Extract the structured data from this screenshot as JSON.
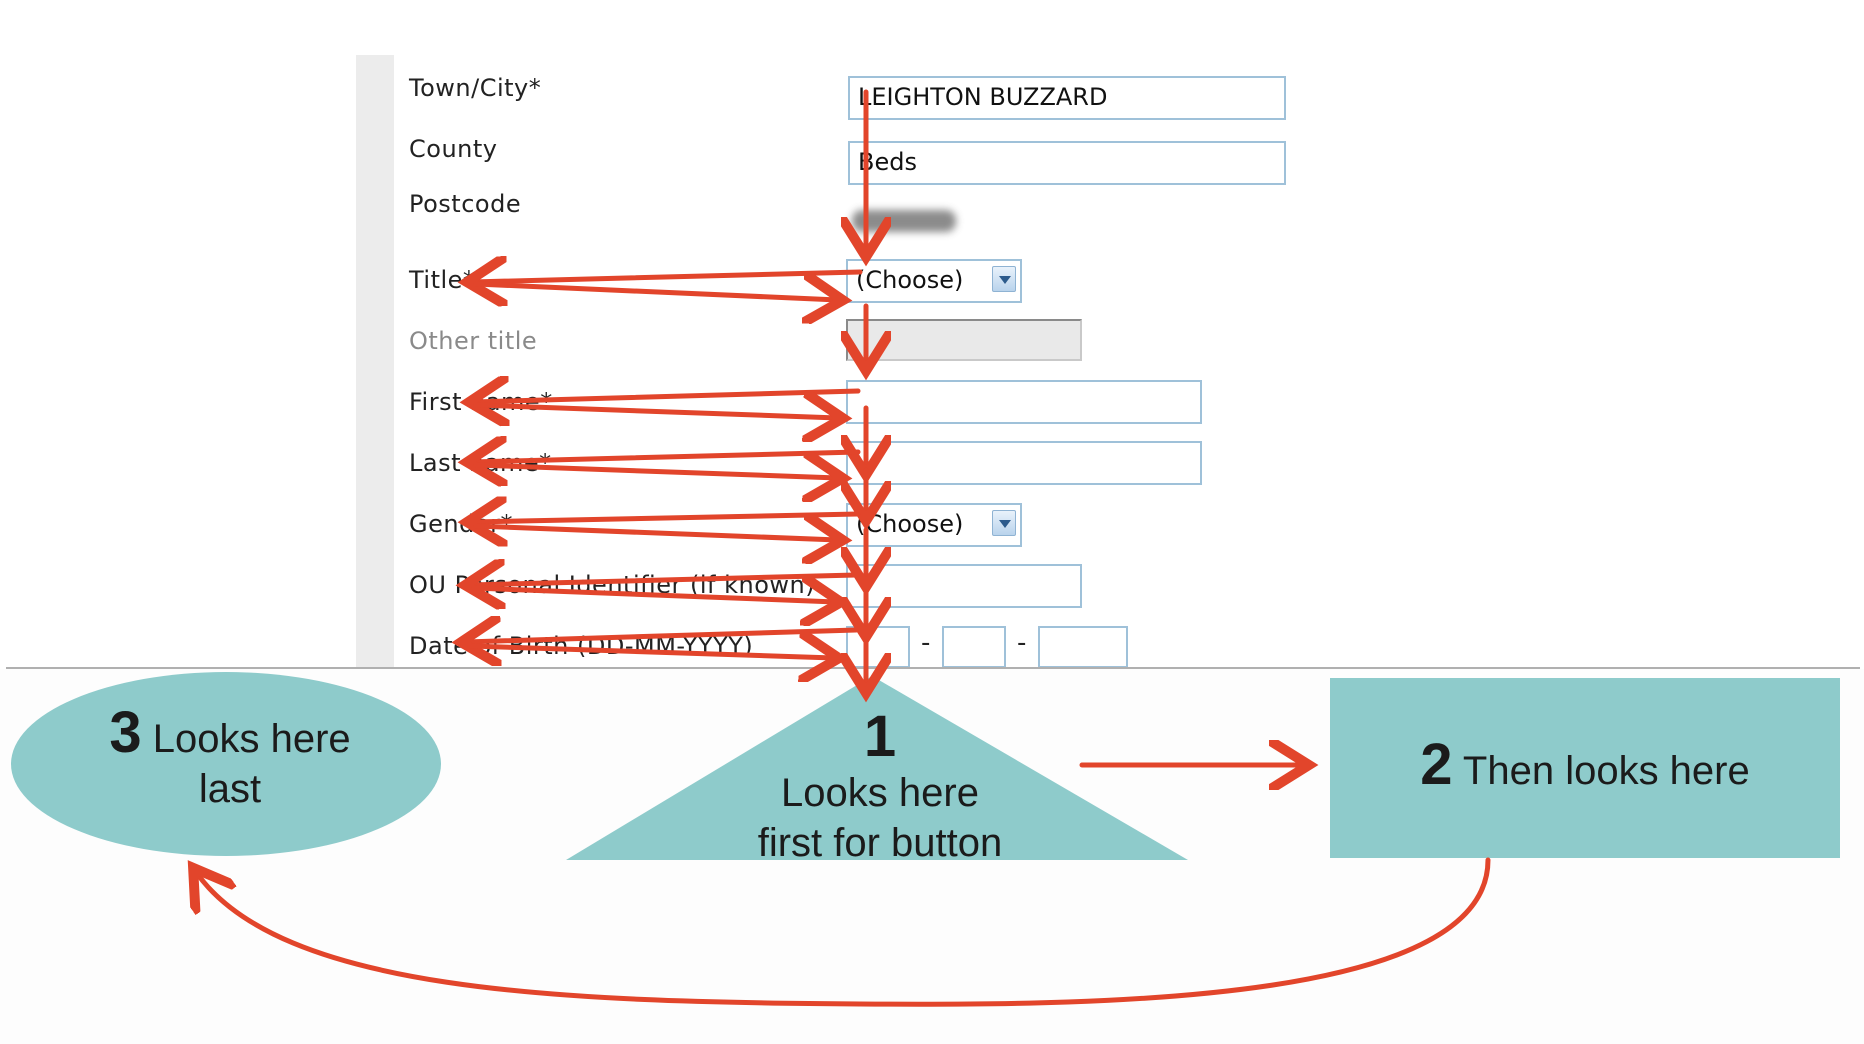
{
  "form": {
    "labels": {
      "town": "Town/City*",
      "county": "County",
      "postcode": "Postcode",
      "title": "Title*",
      "other_title": "Other title",
      "first_name": "First name*",
      "last_name": "Last name*",
      "gender": "Gender*",
      "identifier": "OU Personal Identifier (if known)",
      "dob": "Date of Birth (DD-MM-YYYY)"
    },
    "values": {
      "town": "LEIGHTON BUZZARD",
      "county": "Beds",
      "title_select": "(Choose)",
      "gender_select": "(Choose)",
      "dob_sep": "-"
    }
  },
  "annotations": {
    "first_number": "1",
    "first_text_line1": "Looks here",
    "first_text_line2": "first for button",
    "second_number": "2",
    "second_text": "Then looks here",
    "third_number": "3",
    "third_text_line1": "Looks here",
    "third_text_line2": "last"
  },
  "colors": {
    "arrow": "#e2452b",
    "shape_fill": "#8ecbcb",
    "field_border": "#9fc1d9"
  }
}
